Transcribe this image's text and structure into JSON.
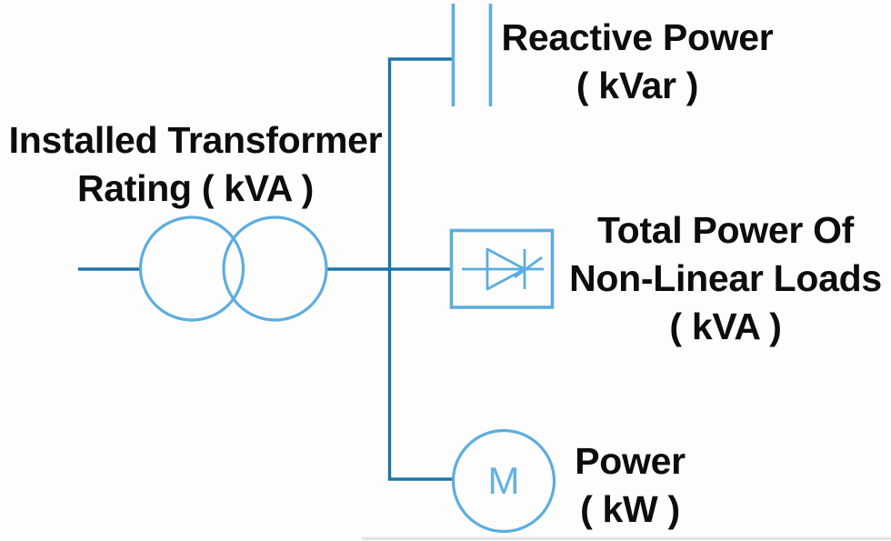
{
  "diagram": {
    "transformer_label": {
      "line1": "Installed Transformer",
      "line2": "Rating ( kVA )"
    },
    "reactive_label": {
      "line1": "Reactive Power",
      "line2": "( kVar )"
    },
    "nonlinear_label": {
      "line1": "Total Power Of",
      "line2": "Non-Linear Loads",
      "line3": "( kVA )"
    },
    "motor_label": {
      "line1": "Power",
      "line2": "( kW )"
    },
    "motor_symbol_letter": "M",
    "symbols": [
      "transformer-icon",
      "capacitor-icon",
      "rectifier-icon",
      "motor-icon"
    ],
    "colors": {
      "bus_line": "#1f74a8",
      "symbol_stroke": "#5cadde",
      "motor_letter": "#63b2e2",
      "label_text": "#0d0d0d",
      "background": "#fdfdfd",
      "bottom_edge_artifact": "#d9d9d9"
    }
  }
}
